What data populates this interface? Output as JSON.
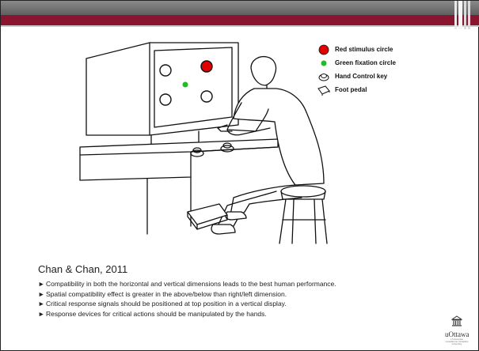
{
  "legend": {
    "items": [
      {
        "label": "Red stimulus circle",
        "icon": "red-circle-icon",
        "color": "#e00000"
      },
      {
        "label": "Green fixation circle",
        "icon": "green-circle-icon",
        "color": "#22bb22"
      },
      {
        "label": "Hand Control key",
        "icon": "hand-control-key-icon"
      },
      {
        "label": "Foot pedal",
        "icon": "foot-pedal-icon"
      }
    ]
  },
  "citation": "Chan & Chan, 2011",
  "bullets": [
    "Compatibility in both the horizontal and vertical dimensions leads to the best human performance.",
    "Spatial compatibility effect is greater in the above/below than right/left dimension.",
    "Critical response signals should be positioned at top position in a vertical display.",
    "Response devices for critical actions should be manipulated by the hands."
  ],
  "bullet_marker": "►",
  "logo": {
    "name": "uOttawa",
    "tiny": "L'Université canadienne Canada's university"
  },
  "colors": {
    "accent": "#8a1530",
    "topbar": "#6e6e6e"
  }
}
